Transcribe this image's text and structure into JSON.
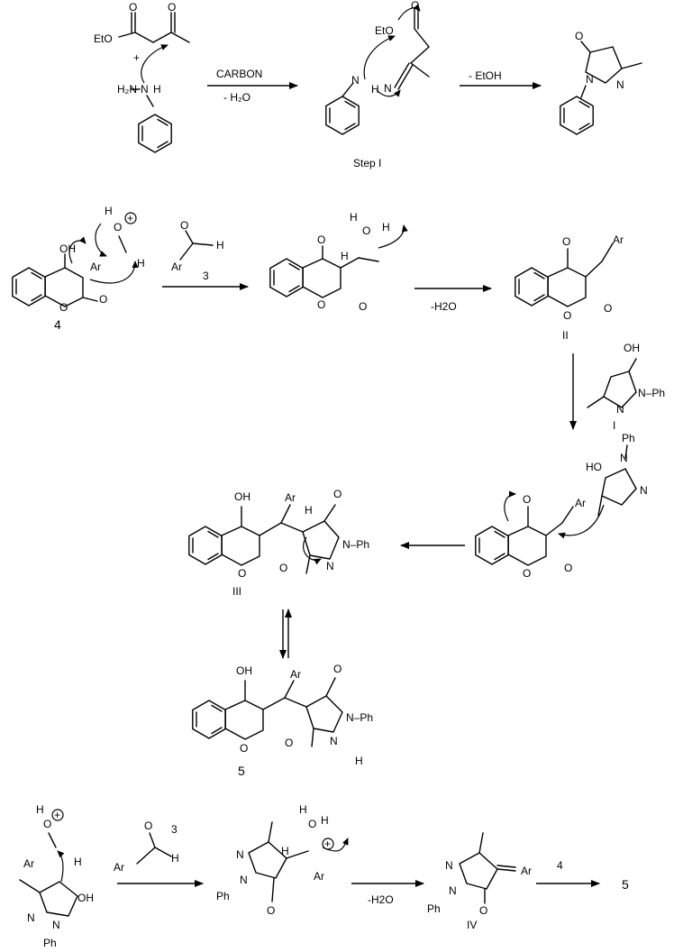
{
  "labels": {
    "eto_ester": "EtO",
    "plus": "+",
    "nh2": "H₂N",
    "nh": "N",
    "h": "H",
    "carbon": "CARBON",
    "minus_h2o_sub": "- H₂O",
    "minus_etoh": "- EtOH",
    "step1": "Step I",
    "o": "O",
    "n": "N",
    "oh": "OH",
    "ho": "HO",
    "ar": "Ar",
    "ph": "Ph",
    "n_ph": "N–Ph",
    "num3": "3",
    "num4": "4",
    "num5": "5",
    "minus_h2o": "-H2O",
    "rn_I": "I",
    "rn_II": "II",
    "rn_III": "III",
    "rn_IV": "IV",
    "plus_circ": "+"
  }
}
